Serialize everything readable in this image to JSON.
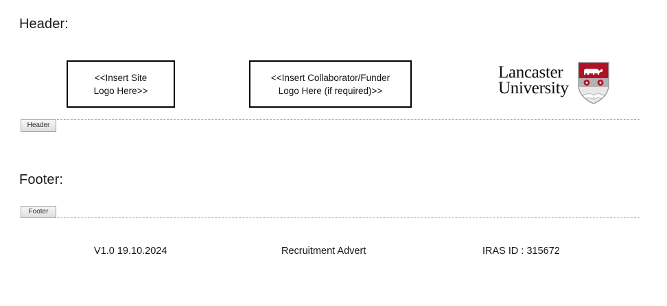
{
  "document": {
    "header_section_title": "Header:",
    "footer_section_title": "Footer:"
  },
  "header": {
    "marker_tab_label": "Header",
    "placeholders": [
      {
        "name": "site-logo",
        "line1": "<<Insert Site",
        "line2": "Logo Here>>"
      },
      {
        "name": "collaborator-funder-logo",
        "line1": "<<Insert Collaborator/Funder",
        "line2": "Logo Here (if required)>>"
      }
    ],
    "institution_logo": {
      "line1": "Lancaster",
      "line2": "University",
      "crest_alt": "lancaster-university-crest",
      "crest_colors": {
        "red": "#b01225",
        "grey": "#b3b3b3",
        "light": "#e8e8e8",
        "white": "#ffffff"
      }
    }
  },
  "footer": {
    "marker_tab_label": "Footer",
    "version": "V1.0 19.10.2024",
    "document_title": "Recruitment Advert",
    "iras_id": "IRAS ID : 315672"
  },
  "style": {
    "rule_color": "#9a9a9a",
    "box_border_color": "#000000",
    "tab_border_color": "#a0a0a0"
  }
}
